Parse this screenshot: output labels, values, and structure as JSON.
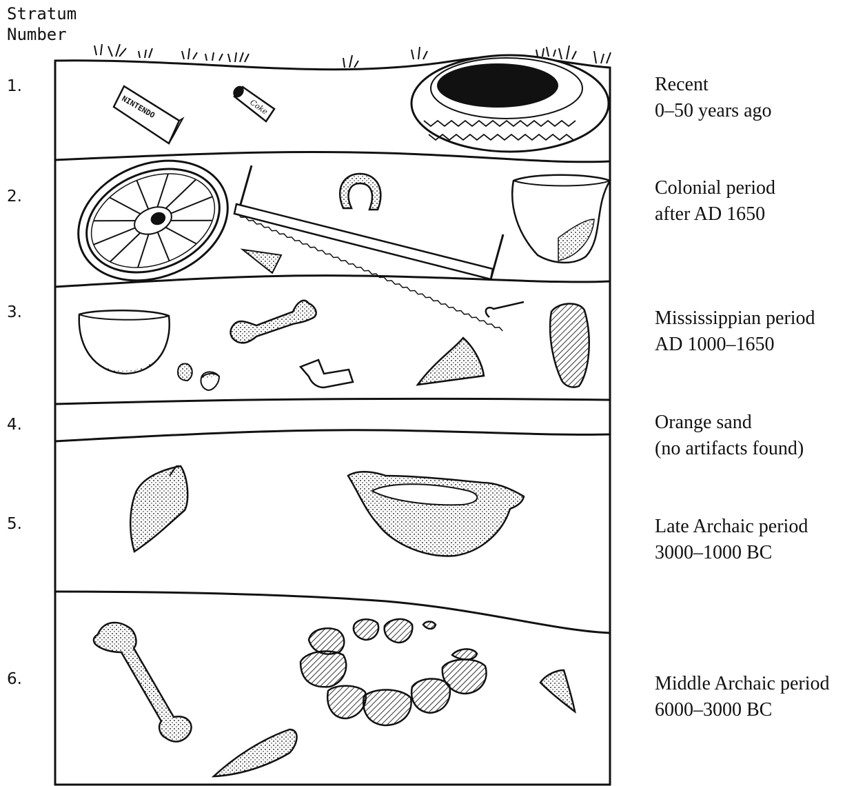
{
  "header": {
    "line1": "Stratum",
    "line2": "Number"
  },
  "strata": [
    {
      "number": "1.",
      "period": "Recent",
      "dates": "0–50 years ago"
    },
    {
      "number": "2.",
      "period": "Colonial period",
      "dates": "after AD 1650"
    },
    {
      "number": "3.",
      "period": "Mississippian period",
      "dates": "AD 1000–1650"
    },
    {
      "number": "4.",
      "period": "Orange sand",
      "dates": "(no artifacts found)"
    },
    {
      "number": "5.",
      "period": "Late Archaic period",
      "dates": "3000–1000 BC"
    },
    {
      "number": "6.",
      "period": "Middle Archaic period",
      "dates": "6000–3000 BC"
    }
  ],
  "artifacts": {
    "game_box_text": "NINTENDO",
    "can_text": "Coke"
  }
}
